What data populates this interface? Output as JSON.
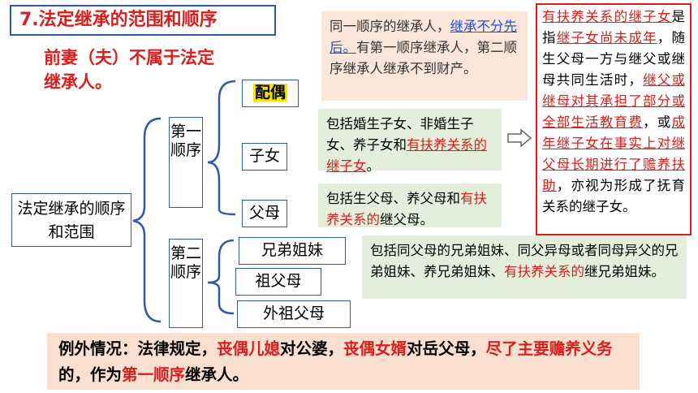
{
  "title": "7.法定继承的范围和顺序",
  "ex_spouse": "前妻（夫）不属于法定继承人。",
  "root": "法定继承的顺序和范围",
  "order1": {
    "label": "第一顺序",
    "items": [
      "配偶",
      "子女",
      "父母"
    ]
  },
  "order2": {
    "label": "第二顺序",
    "items": [
      "兄弟姐妹",
      "祖父母",
      "外祖父母"
    ]
  },
  "same_order_note": {
    "p1": "同一顺序的继承人，",
    "p2": "继承不分先后。",
    "p3": "有第一顺序继承人，第二顺序继承人继承不到财产。"
  },
  "child_desc": {
    "p1": "包括婚生子女、非婚生子女、养子女和",
    "p2": "有扶养关系的继子女",
    "p3": "。"
  },
  "parent_desc": {
    "p1": "包括生父母、养父母和",
    "p2": "有扶养关系的",
    "p3": "继父母。"
  },
  "sibling_desc": {
    "p1": "包括同父母的兄弟姐妹、同父异母或者同母异父的兄弟姐妹、养兄弟姐妹、",
    "p2": "有扶养关系的",
    "p3": "继兄弟姐妹。"
  },
  "stepchild_box": {
    "p1": "有扶养关系的继子女",
    "p2": "是指",
    "p3": "继子女尚未成年",
    "p4": "，随生父母一方与继父或继母共同生活时，",
    "p5": "继父或继母对其承担了部分或全部生活教育费",
    "p6": "，或",
    "p7": "成年继子女在事实上对继父母长期进行了赡养扶助",
    "p8": "，亦视为形成了抚育关系的继子女。"
  },
  "exception": {
    "p1": "例外情况：法律规定，",
    "p2": "丧偶儿媳",
    "p3": "对公婆，",
    "p4": "丧偶女婿",
    "p5": "对岳父母，",
    "p6": "尽了主要赡养义务",
    "p7": "的，作为",
    "p8": "第一顺序",
    "p9": "继承人。"
  },
  "colors": {
    "accent_red": "#d81e1e",
    "line_blue": "#2e5aa8",
    "note_bg": "#fbe6da",
    "green_bg": "#e4efdb",
    "highlight": "#f5e400"
  }
}
